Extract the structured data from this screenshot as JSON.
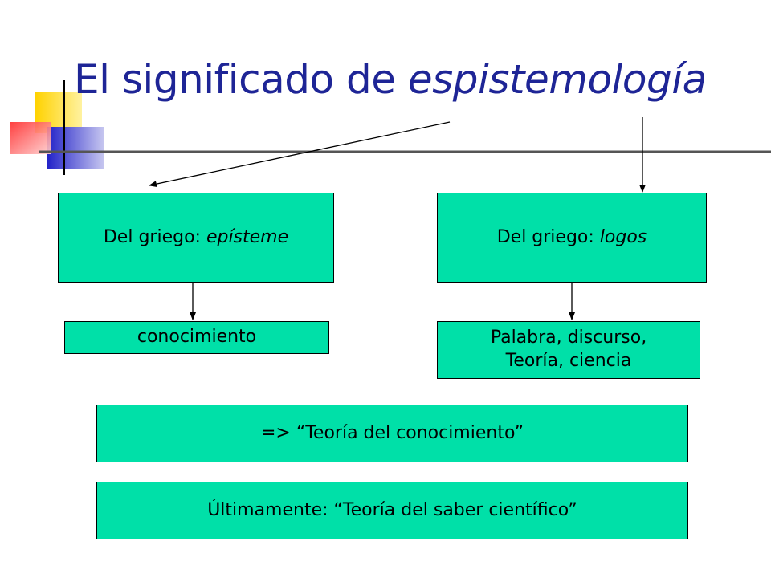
{
  "title": {
    "prefix": "El significado de ",
    "emphasis": "espistemología"
  },
  "boxes": {
    "episteme": {
      "prefix": "Del griego: ",
      "emphasis": "epísteme"
    },
    "logos": {
      "prefix": "Del griego: ",
      "emphasis": "logos"
    },
    "conocimiento": {
      "text": "conocimiento"
    },
    "palabra": {
      "line1": "Palabra, discurso,",
      "line2": "Teoría, ciencia"
    },
    "teoria": {
      "text": "=> “Teoría del conocimiento”"
    },
    "ultimamente": {
      "text": "Últimamente: “Teoría del saber científico”"
    }
  },
  "colors": {
    "title": "#1e2596",
    "box_fill": "#00e0a8",
    "deco_yellow": "#ffd200",
    "deco_red": "#ff3b3b",
    "deco_blue": "#2a2ad0"
  }
}
